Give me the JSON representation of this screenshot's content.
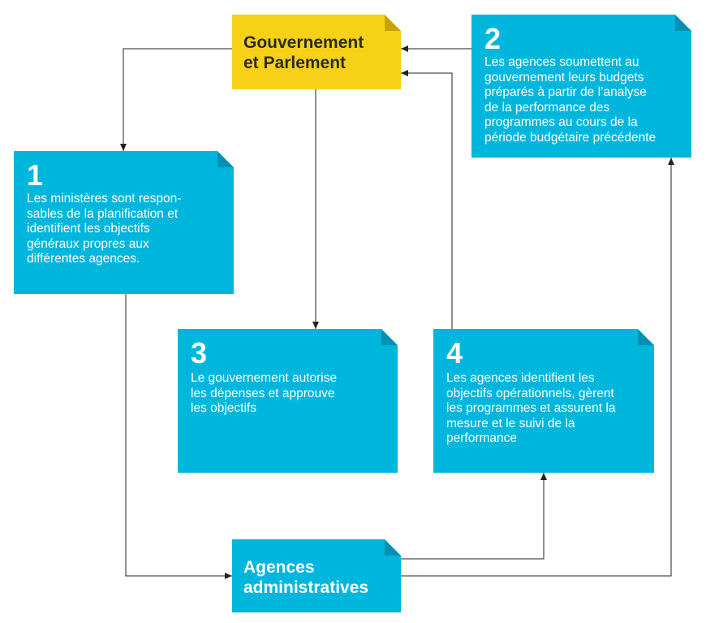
{
  "colors": {
    "box_blue": "#00b6dc",
    "fold_blue": "#0090b2",
    "box_yellow": "#f7d117",
    "fold_yellow": "#c8a400",
    "arrow": "#222222"
  },
  "nodes": {
    "government": {
      "title": "Gouvernement\net Parlement"
    },
    "step1": {
      "number": "1",
      "text": "Les ministères sont respon-\nsables de la planification et\nidentifient les objectifs\ngénéraux propres aux\ndifférentes agences."
    },
    "step2": {
      "number": "2",
      "text": "Les agences soumettent au\ngouvernement leurs budgets\npréparés à partir de l’analyse\nde la performance des\nprogrammes au cours de la\npériode budgétaire précédente"
    },
    "step3": {
      "number": "3",
      "text": "Le gouvernement autorise\nles dépenses et approuve\nles objectifs"
    },
    "step4": {
      "number": "4",
      "text": "Les agences identifient les\nobjectifs opérationnels, gèrent\nles programmes et assurent la\nmesure et le suivi de la\nperformance"
    },
    "agencies": {
      "title": "Agences\nadministratives"
    }
  },
  "edges": [
    {
      "from": "government",
      "to": "step1"
    },
    {
      "from": "government",
      "to": "step3"
    },
    {
      "from": "step1",
      "to": "agencies"
    },
    {
      "from": "agencies",
      "to": "step4"
    },
    {
      "from": "agencies",
      "to": "step2"
    },
    {
      "from": "step2",
      "to": "government"
    },
    {
      "from": "step4",
      "to": "government"
    }
  ]
}
